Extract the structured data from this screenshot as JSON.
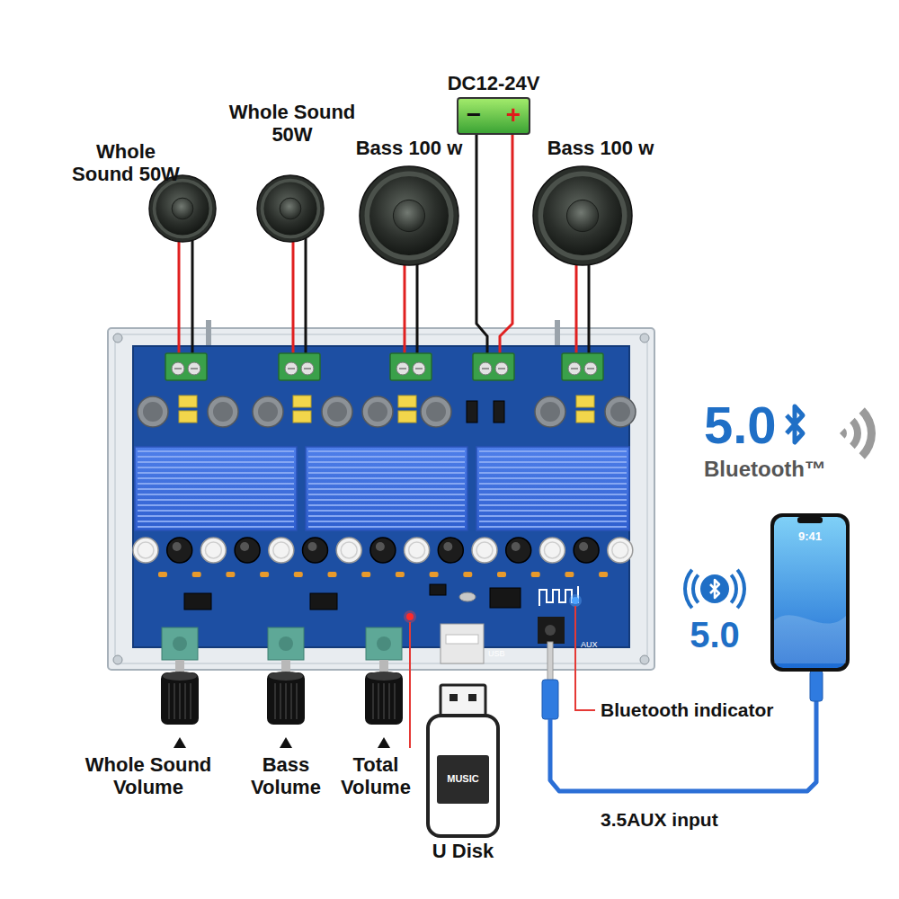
{
  "diagram": {
    "nodes": [
      {
        "text": [
          "Whole Sound 50W"
        ]
      },
      {
        "text": [
          "Whole Sound 50W"
        ]
      },
      {
        "text": [
          "Bass 100 w"
        ]
      },
      {
        "text": [
          "DC12-24V",
          "−",
          "+"
        ]
      },
      {
        "text": [
          "Bass 100 w"
        ]
      },
      {
        "text": [
          "9:41"
        ]
      },
      {
        "text": [
          "MUSIC",
          "U Disk"
        ]
      }
    ],
    "labels": [
      "5.0",
      "Bluetooth™",
      "5.0",
      "Bluetooth indicator",
      "Whole Sound Volume",
      "Bass Volume",
      "Total Volume",
      "3.5AUX input",
      "USB",
      "AUX"
    ]
  }
}
